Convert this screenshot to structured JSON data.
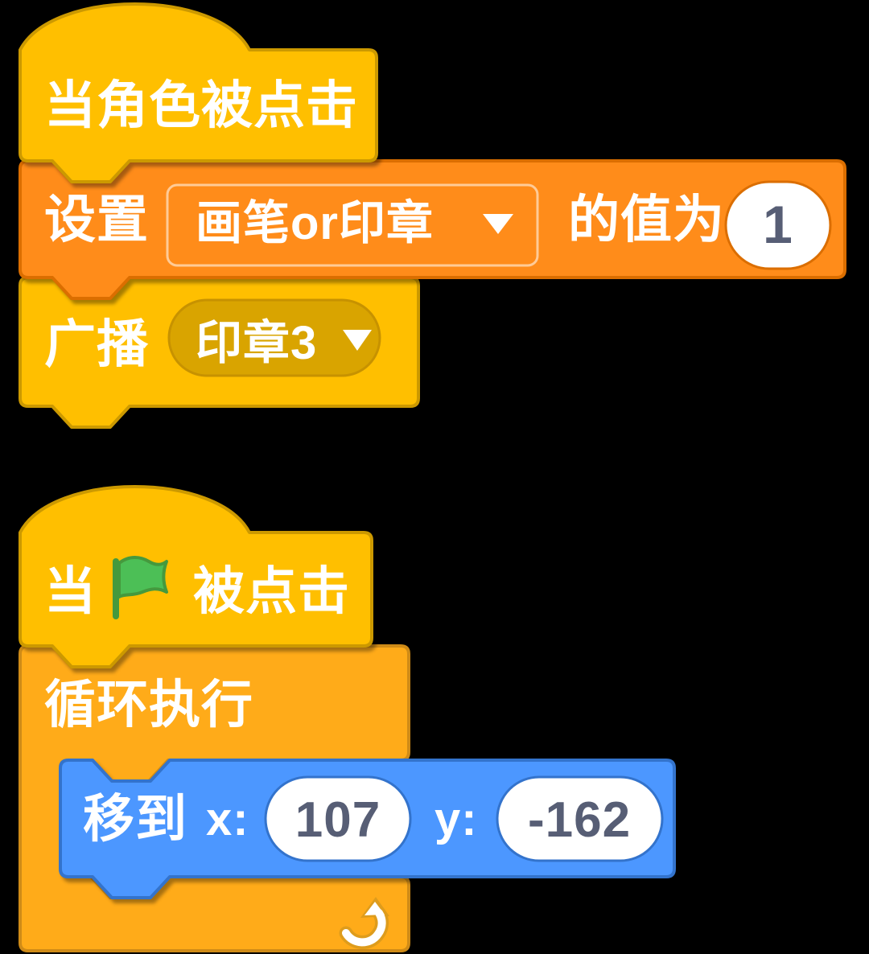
{
  "colors": {
    "events": "#FFBF00",
    "events_border": "#CC9900",
    "data": "#FF8C1A",
    "data_border": "#DB6E00",
    "control": "#FFAB19",
    "control_border": "#CF8B17",
    "motion": "#4C97FF",
    "motion_border": "#3373CC",
    "value_text": "#575E75",
    "dropdown_pill": "#D9A400",
    "dropdown_pill_border": "#C79200",
    "flag_green": "#4CBF56",
    "flag_green_border": "#45993D",
    "white": "#FFFFFF"
  },
  "icons": {
    "flag": "green-flag-icon",
    "loop": "loop-arrow-icon",
    "caret": "dropdown-caret-icon"
  },
  "script1": {
    "when_sprite_clicked": {
      "label": "当角色被点击"
    },
    "set_variable": {
      "prefix": "设置",
      "variable": "画笔or印章",
      "suffix": "的值为",
      "value": "1"
    },
    "broadcast": {
      "label": "广播",
      "message": "印章3"
    }
  },
  "script2": {
    "when_flag_clicked": {
      "prefix": "当",
      "suffix": "被点击"
    },
    "forever": {
      "label": "循环执行"
    },
    "go_to_xy": {
      "label": "移到",
      "x_label": "x:",
      "x_value": "107",
      "y_label": "y:",
      "y_value": "-162"
    }
  }
}
